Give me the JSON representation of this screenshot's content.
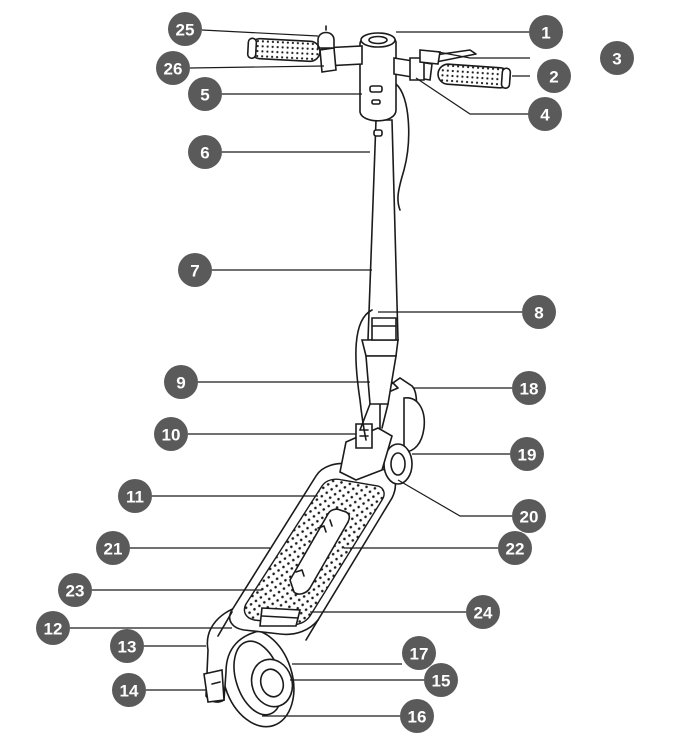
{
  "callouts": [
    {
      "id": "1",
      "label": "1"
    },
    {
      "id": "2",
      "label": "2"
    },
    {
      "id": "3",
      "label": "3"
    },
    {
      "id": "4",
      "label": "4"
    },
    {
      "id": "5",
      "label": "5"
    },
    {
      "id": "6",
      "label": "6"
    },
    {
      "id": "7",
      "label": "7"
    },
    {
      "id": "8",
      "label": "8"
    },
    {
      "id": "9",
      "label": "9"
    },
    {
      "id": "10",
      "label": "10"
    },
    {
      "id": "11",
      "label": "11"
    },
    {
      "id": "12",
      "label": "12"
    },
    {
      "id": "13",
      "label": "13"
    },
    {
      "id": "14",
      "label": "14"
    },
    {
      "id": "15",
      "label": "15"
    },
    {
      "id": "16",
      "label": "16"
    },
    {
      "id": "17",
      "label": "17"
    },
    {
      "id": "18",
      "label": "18"
    },
    {
      "id": "19",
      "label": "19"
    },
    {
      "id": "20",
      "label": "20"
    },
    {
      "id": "21",
      "label": "21"
    },
    {
      "id": "22",
      "label": "22"
    },
    {
      "id": "23",
      "label": "23"
    },
    {
      "id": "24",
      "label": "24"
    },
    {
      "id": "25",
      "label": "25"
    },
    {
      "id": "26",
      "label": "26"
    }
  ],
  "colors": {
    "callout_fill": "#5a5a5a",
    "callout_text": "#ffffff",
    "line": "#1b1b1b"
  }
}
